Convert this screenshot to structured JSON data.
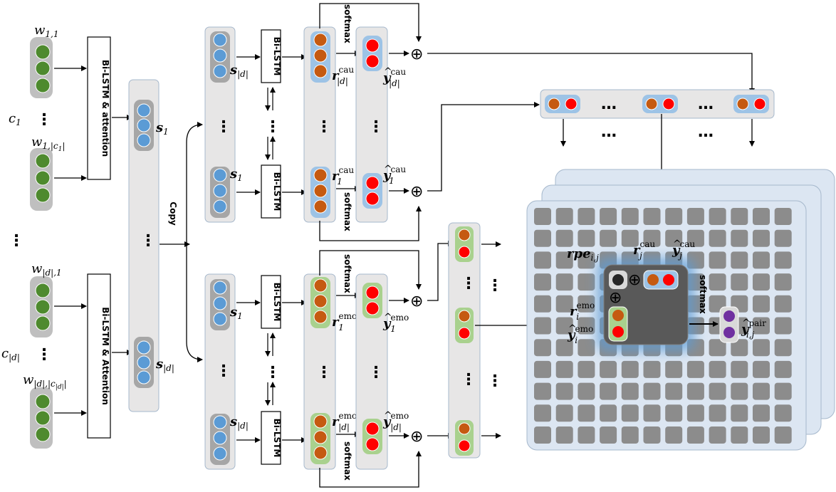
{
  "labels": {
    "w11": "w",
    "w11_sub": "1,1",
    "w1c1": "w",
    "w1c1_sub": "1,|c",
    "w1c1_sub2": "1",
    "w1c1_end": "|",
    "wd1": "w",
    "wd1_sub": "|d|,1",
    "wdcd": "w",
    "wdcd_sub": "|d|,|c",
    "wdcd_sub2": "|d|",
    "wdcd_end": "|",
    "c1": "c",
    "c1_sub": "1",
    "cd": "c",
    "cd_sub": "|d|",
    "s1": "s",
    "s1_sub": "1",
    "sd": "s",
    "sd_sub": "|d|",
    "copy": "Copy",
    "bilstm_att_1": "Bi-LSTM & attention",
    "bilstm_att_2": "Bi-LSTM & Attention",
    "bilstm": "Bi-LSTM",
    "softmax": "softmax",
    "r": "r",
    "cau": "cau",
    "emo": "emo",
    "y": "y",
    "pair": "pair",
    "rpe": "rpe",
    "ij": "i,j",
    "i": "i",
    "j": "j",
    "one": "1",
    "dsub": "|d|",
    "ellipsis_v": "⋮",
    "ellipsis_h": "…",
    "oplus": "⊕"
  },
  "colors": {
    "green": "#4e8a2e",
    "blue": "#5b9bd5",
    "orange": "#c55a11",
    "red": "#ff0000",
    "purple": "#7030a0",
    "black_dot": "#262626",
    "panel": "#e7e6e6",
    "cell": "#8c8c8c",
    "grid_bg": "#dce6f2"
  }
}
